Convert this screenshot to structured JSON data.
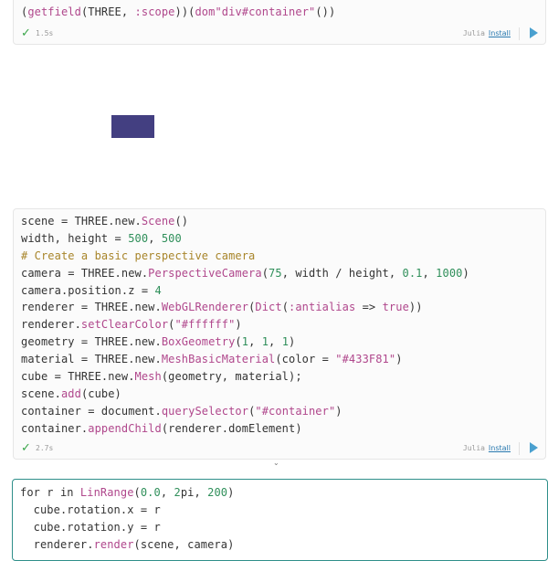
{
  "cell1": {
    "code_line": "(getfield(THREE, :scope))(dom\"div#container\"())",
    "status": {
      "timing": "1.5s",
      "language": "Julia",
      "install": "Install"
    }
  },
  "output": {
    "cube_color": "#433F81",
    "background": "#ffffff"
  },
  "cell2": {
    "lines": [
      "scene = THREE.new.Scene()",
      "width, height = 500, 500",
      "# Create a basic perspective camera",
      "camera = THREE.new.PerspectiveCamera(75, width / height, 0.1, 1000)",
      "camera.position.z = 4",
      "renderer = THREE.new.WebGLRenderer(Dict(:antialias => true))",
      "renderer.setClearColor(\"#ffffff\")",
      "geometry = THREE.new.BoxGeometry(1, 1, 1)",
      "material = THREE.new.MeshBasicMaterial(color = \"#433F81\")",
      "cube = THREE.new.Mesh(geometry, material);",
      "scene.add(cube)",
      "container = document.querySelector(\"#container\")",
      "container.appendChild(renderer.domElement)"
    ],
    "status": {
      "timing": "2.7s",
      "language": "Julia",
      "install": "Install"
    }
  },
  "cell3": {
    "lines": [
      "for r in LinRange(0.0, 2pi, 200)",
      "  cube.rotation.x = r",
      "  cube.rotation.y = r",
      "  renderer.render(scene, camera)"
    ]
  },
  "icons": {
    "check": "check-icon",
    "run": "play-icon",
    "collapse": "chevron-down-icon"
  },
  "colors": {
    "accent": "#2f8f8a",
    "check": "#3aa64a",
    "run": "#4aa0cf",
    "link": "#2a7ab0"
  }
}
